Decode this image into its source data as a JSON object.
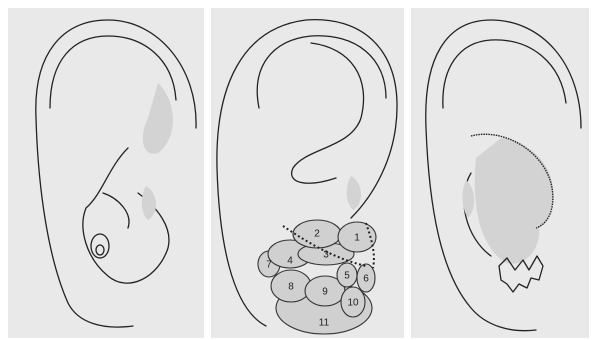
{
  "panels": [
    {
      "id": "left"
    },
    {
      "id": "middle",
      "zone_labels": [
        "1",
        "2",
        "3",
        "4",
        "5",
        "6",
        "7",
        "8",
        "9",
        "10",
        "11"
      ]
    },
    {
      "id": "right"
    }
  ],
  "colors": {
    "background": "#e9e9e9",
    "ink": "#222222",
    "shading": "#d3d3d3"
  }
}
